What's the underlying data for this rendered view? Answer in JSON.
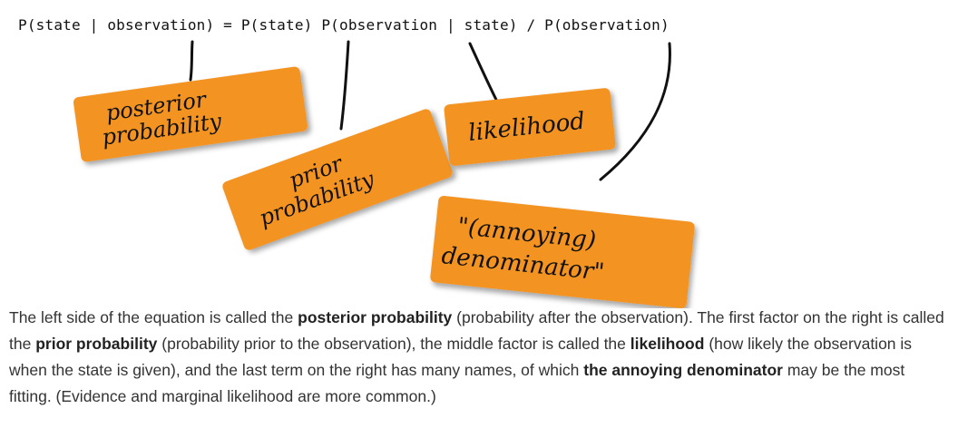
{
  "equation": "P(state | observation) = P(state) P(observation | state) / P(observation)",
  "labels": {
    "posterior": [
      "posterior",
      "probability"
    ],
    "prior": [
      "prior",
      "probability"
    ],
    "likelihood": [
      "likelihood"
    ],
    "denominator": [
      "\"(annoying)",
      "denominator\""
    ]
  },
  "colors": {
    "sticky_note": "#f39324",
    "text": "#333333"
  },
  "paragraph": {
    "s1": "The left side of the equation is called the ",
    "b1": "posterior probability",
    "s2": " (probability after the observation). The first factor on the right is called the ",
    "b2": "prior probability",
    "s3": " (probability prior to the observation), the middle factor is called the ",
    "b3": "likelihood",
    "s4": " (how likely the observation is when the state is given), and the last term on the right has many names, of which ",
    "b4": "the annoying denominator",
    "s5": " may be the most fitting. (Evidence and marginal likelihood are more common.)"
  }
}
